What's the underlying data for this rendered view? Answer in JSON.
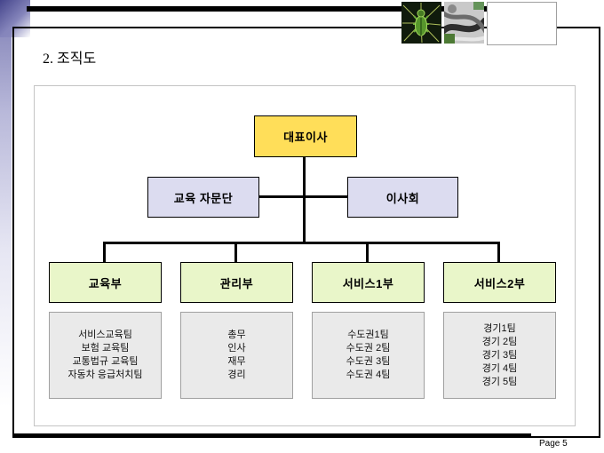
{
  "page": {
    "title": "2. 조직도",
    "page_label": "Page 5"
  },
  "org": {
    "ceo": "대표이사",
    "advisory": "교육 자문단",
    "board": "이사회",
    "departments": [
      {
        "name": "교육부",
        "teams": [
          "서비스교육팀",
          "보험 교육팀",
          "교통법규 교육팀",
          "자동차 응급처치팀"
        ]
      },
      {
        "name": "관리부",
        "teams": [
          "총무",
          "인사",
          "재무",
          "경리"
        ]
      },
      {
        "name": "서비스1부",
        "teams": [
          "수도권1팀",
          "수도권 2팀",
          "수도권 3팀",
          "수도권 4팀"
        ]
      },
      {
        "name": "서비스2부",
        "teams": [
          "경기1팀",
          "경기 2팀",
          "경기 3팀",
          "경기 4팀",
          "경기 5팀"
        ]
      }
    ]
  },
  "images": {
    "beetle": "beetle-icon",
    "highway": "highway-interchange-icon",
    "blank": "blank-frame"
  },
  "colors": {
    "ceo_bg": "#FFDE59",
    "secondary_bg": "#DCDCF0",
    "dept_bg": "#E9F6C9",
    "team_bg": "#EAEAEA",
    "line": "#000000",
    "accent_edge": "#7D7DB4"
  }
}
